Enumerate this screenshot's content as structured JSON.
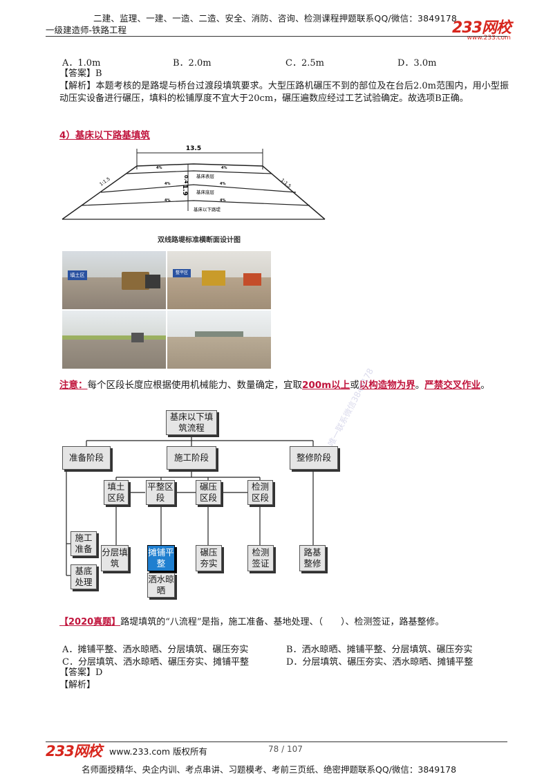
{
  "header": {
    "promo": "二建、监理、一建、一造、二造、安全、消防、咨询、检测课程押题联系QQ/微信：3849178",
    "subject": "一级建造师-铁路工程",
    "logo": "233网校",
    "logo_sub": "www.233.com"
  },
  "prev_question": {
    "options": [
      "A．1.0m",
      "B．2.0m",
      "C．2.5m",
      "D．3.0m"
    ],
    "answer": "【答案】B",
    "analysis": "【解析】本题考核的是路堤与桥台过渡段填筑要求。大型压路机碾压不到的部位及在台后2.0m范围内，用小型振动压实设备进行碾压，填料的松铺厚度不宜大于20cm，碾压遍数应经过工艺试验确定。故选项B正确。"
  },
  "section": {
    "heading": "4）基床以下路基填筑"
  },
  "cross_section": {
    "width_label": "13.5",
    "slope_left": "1:1.5",
    "slope_right": "1:1.5",
    "dim_top": "0.4",
    "dim_mid": "1.9",
    "layer_top": "基床表层",
    "layer_mid": "基床底层",
    "layer_bottom": "基床以下路堤",
    "marker": "4%",
    "caption": "双线路堤标准横断面设计图"
  },
  "photos": {
    "sign1": "填土区",
    "sign2": "整平区"
  },
  "note": {
    "label": "注意：",
    "text1": "每个区段长度应根据使用机械能力、数量确定，宜取",
    "em1": "200m以上",
    "text2": "或",
    "em2": "以构造物为界",
    "text3": "。",
    "em3": "严禁交叉作业",
    "text4": "。"
  },
  "flowchart": {
    "root": "基床以下填筑流程",
    "stages": [
      "准备阶段",
      "施工阶段",
      "整修阶段"
    ],
    "sections": [
      "填土区段",
      "平整区段",
      "碾压区段",
      "检测区段"
    ],
    "prep": [
      "施工准备",
      "基底处理"
    ],
    "tasks": [
      "分层填筑",
      "摊铺平整",
      "洒水晾晒",
      "碾压夯实",
      "检测签证",
      "路基整修"
    ]
  },
  "watermark": "唯一联系微信3849178",
  "question": {
    "tag": "【2020真题】",
    "stem": "路堤填筑的“八流程”是指，施工准备、基地处理、（　　）、检测签证，路基整修。",
    "options": [
      "A．摊铺平整、洒水晾晒、分层填筑、碾压夯实",
      "B．洒水晾晒、摊铺平整、分层填筑、碾压夯实",
      "C．分层填筑、洒水晾晒、碾压夯实、摊铺平整",
      "D．分层填筑、碾压夯实、洒水晾晒、摊铺平整"
    ],
    "answer": "【答案】D",
    "analysis": "【解析】"
  },
  "footer": {
    "logo": "233网校",
    "copyright": "www.233.com 版权所有",
    "page": "78 / 107",
    "promo": "名师面授精华、央企内训、考点串讲、习题模考、考前三页纸、绝密押题联系QQ/微信：3849178"
  },
  "colors": {
    "accent_red": "#c0143c",
    "logo_red": "#d7261d",
    "highlight_blue": "#1f7fd0",
    "box_gray": "#e5e5e5"
  }
}
